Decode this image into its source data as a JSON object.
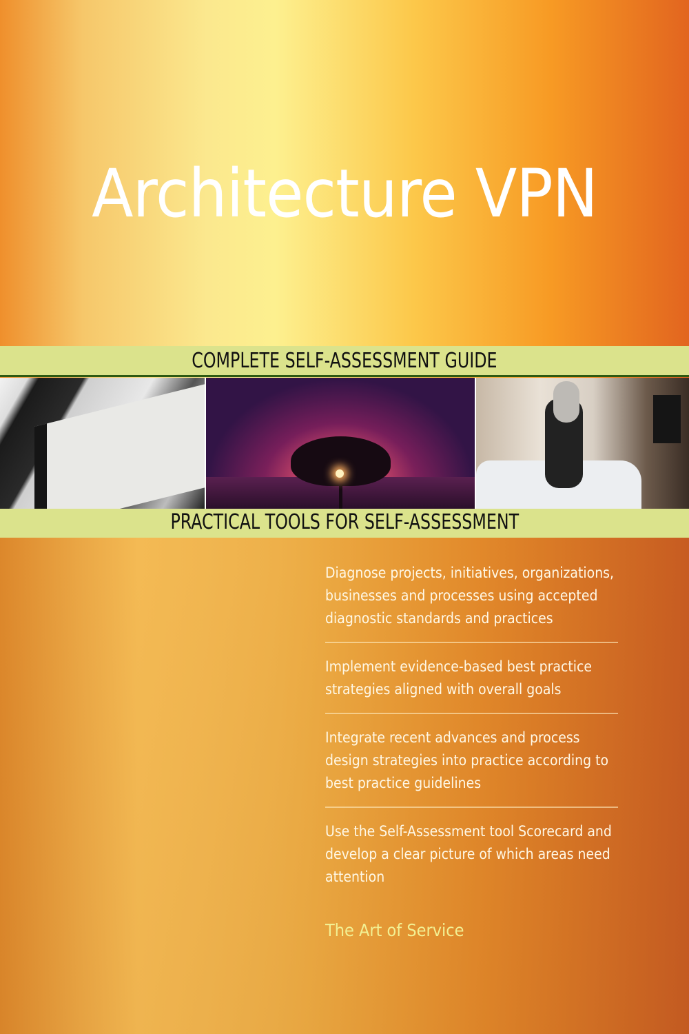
{
  "cover": {
    "title": "Architecture VPN",
    "band_top": "COMPLETE SELF-ASSESSMENT GUIDE",
    "band_bottom": "PRACTICAL TOOLS FOR SELF-ASSESSMENT",
    "photos": [
      {
        "name": "laptop-screen-photo",
        "description": "Laptop screen displaying a web gallery"
      },
      {
        "name": "sunset-tree-photo",
        "description": "Lone tree silhouetted against a red-purple sunset sky over the sea"
      },
      {
        "name": "bedroom-acrobatics-photo",
        "description": "Couple doing acro-yoga on a bed in a hotel room"
      }
    ],
    "bullets": [
      {
        "text": "Diagnose projects, initiatives, organizations, businesses and processes using accepted diagnostic standards and practices"
      },
      {
        "text": "Implement evidence-based best practice strategies aligned with overall goals"
      },
      {
        "text": "Integrate recent advances and process design strategies into practice according to best practice guidelines"
      },
      {
        "text": "Use the Self-Assessment tool Scorecard and develop a clear picture of which areas need attention"
      }
    ],
    "publisher": "The Art of Service",
    "colors": {
      "band": "#dbe38c",
      "band_rule": "#2e5a12",
      "title": "#ffffff",
      "bullet_text": "#fff8e6",
      "publisher_text": "#f2f093",
      "background_left": "#ef8f2c",
      "background_center": "#fdf08f",
      "background_right": "#e2651f"
    }
  }
}
